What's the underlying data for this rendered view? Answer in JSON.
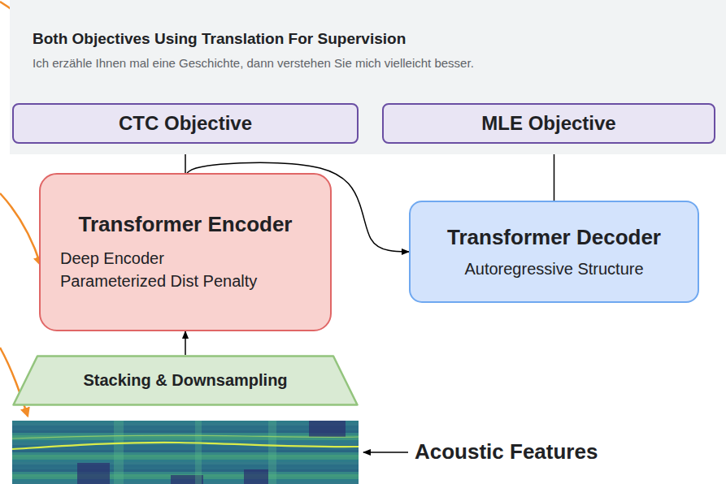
{
  "diagram": {
    "nodes": [
      {
        "text": [
          "Both Objectives Using Translation For Supervision",
          "Ich erzähle Ihnen mal eine Geschichte, dann verstehen Sie mich vielleicht besser."
        ]
      },
      {
        "text": [
          "CTC Objective"
        ],
        "in": 0
      },
      {
        "text": [
          "MLE Objective"
        ],
        "in": 0
      },
      {
        "text": [
          "Transformer Encoder",
          "Deep Encoder Parameterized Dist Penalty"
        ]
      },
      {
        "text": [
          "Transformer Decoder",
          "Autoregressive Structure"
        ]
      },
      {
        "text": [
          "Stacking & Downsampling"
        ]
      }
    ],
    "edges": [
      {
        "from": 5,
        "to": 3,
        "arrow": "to"
      },
      {
        "from": 3,
        "to": 1,
        "arrow": "to"
      },
      {
        "from": 3,
        "to": 4,
        "arrow": "to"
      },
      {
        "from": 4,
        "to": 2,
        "arrow": "to"
      }
    ],
    "labels": [
      "Acoustic Features"
    ]
  }
}
